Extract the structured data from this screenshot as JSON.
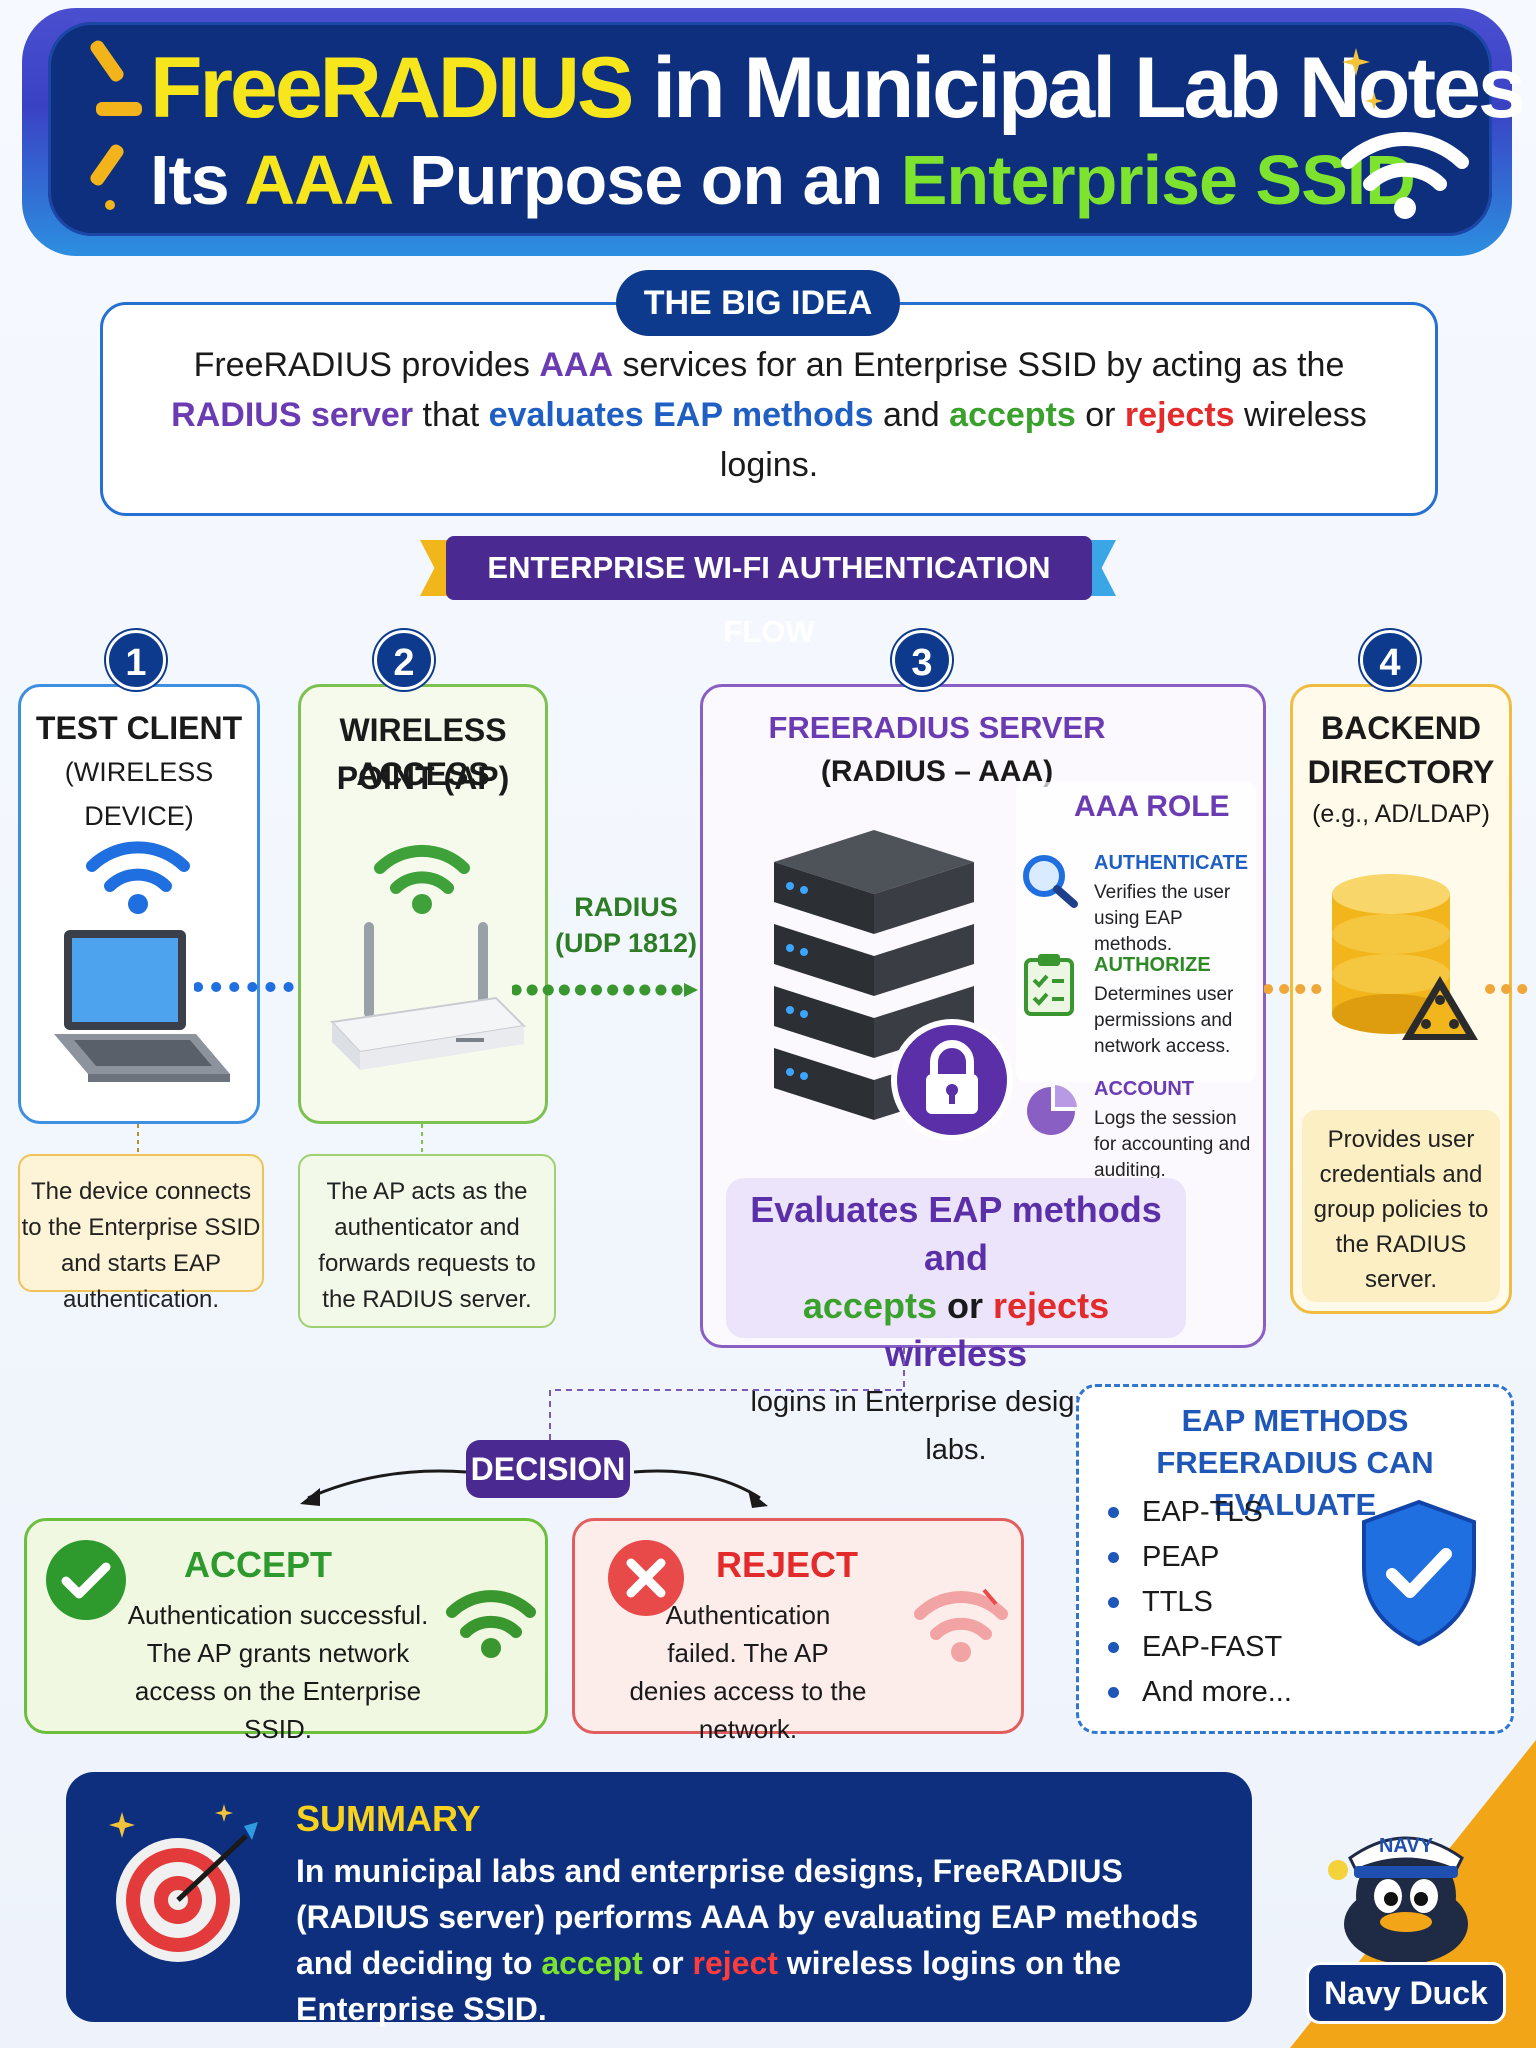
{
  "banner": {
    "line1_accent": "FreeRADIUS",
    "line1_rest": " in Municipal Lab Notes",
    "line2_a": "Its ",
    "line2_b": "AAA",
    "line2_c": " Purpose on an ",
    "line2_d": "Enterprise SSID"
  },
  "big_idea": {
    "label": "THE BIG IDEA",
    "t1": "FreeRADIUS provides ",
    "t2": "AAA",
    "t3": " services for an Enterprise SSID by acting as the ",
    "t4": "RADIUS server",
    "t5": " that ",
    "t6": "evaluates EAP methods",
    "t7": " and ",
    "t8": "accepts",
    "t9": " or ",
    "t10": "rejects",
    "t11": " wireless logins."
  },
  "flow": {
    "label": "ENTERPRISE WI-FI AUTHENTICATION FLOW",
    "radius_label_1": "RADIUS",
    "radius_label_2": "(UDP 1812)"
  },
  "steps": [
    {
      "number": "1",
      "title_1": "TEST CLIENT",
      "title_2": "(WIRELESS DEVICE)",
      "note": "The device connects to the Enterprise SSID and starts EAP authentication."
    },
    {
      "number": "2",
      "title_1": "WIRELESS ACCESS",
      "title_2": "POINT (AP)",
      "note": "The AP acts as the authenticator and forwards requests to the RADIUS server."
    },
    {
      "number": "3",
      "title_1": "FREERADIUS SERVER",
      "title_2": "(RADIUS – AAA)"
    },
    {
      "number": "4",
      "title_1": "BACKEND",
      "title_2": "DIRECTORY",
      "title_3": "(e.g., AD/LDAP)",
      "note": "Provides user credentials and group policies to the RADIUS server."
    }
  ],
  "aaa": {
    "title": "AAA ROLE",
    "roles": [
      {
        "name": "AUTHENTICATE",
        "desc": "Verifies the user using EAP methods."
      },
      {
        "name": "AUTHORIZE",
        "desc": "Determines user permissions and network access."
      },
      {
        "name": "ACCOUNT",
        "desc": "Logs the session for accounting and auditing."
      }
    ]
  },
  "evaluate": {
    "a": "Evaluates EAP methods and",
    "b": "accepts",
    "c": " or ",
    "d": "rejects",
    "e": " wireless",
    "f": "logins in Enterprise designs and labs."
  },
  "decision": {
    "label": "DECISION",
    "accept_title": "ACCEPT",
    "accept_desc": "Authentication successful. The AP grants network access on the Enterprise SSID.",
    "reject_title": "REJECT",
    "reject_desc": "Authentication failed. The AP denies access to the network."
  },
  "eap": {
    "title": "EAP METHODS FREERADIUS CAN EVALUATE",
    "methods": [
      "EAP-TLS",
      "PEAP",
      "TTLS",
      "EAP-FAST",
      "And more..."
    ]
  },
  "summary": {
    "title": "SUMMARY",
    "t1": "In municipal labs and enterprise designs, FreeRADIUS (RADIUS server) performs AAA by evaluating EAP methods and deciding to ",
    "t2": "accept",
    "t3": " or ",
    "t4": "reject",
    "t5": " wireless logins on the Enterprise SSID."
  },
  "mascot": {
    "hat_label": "NAVY",
    "badge": "Navy Duck"
  },
  "colors": {
    "navy": "#0d2f7e",
    "purple": "#4a2a90",
    "green": "#39a12c",
    "red": "#e32b2b",
    "yellow": "#f8e61c"
  }
}
